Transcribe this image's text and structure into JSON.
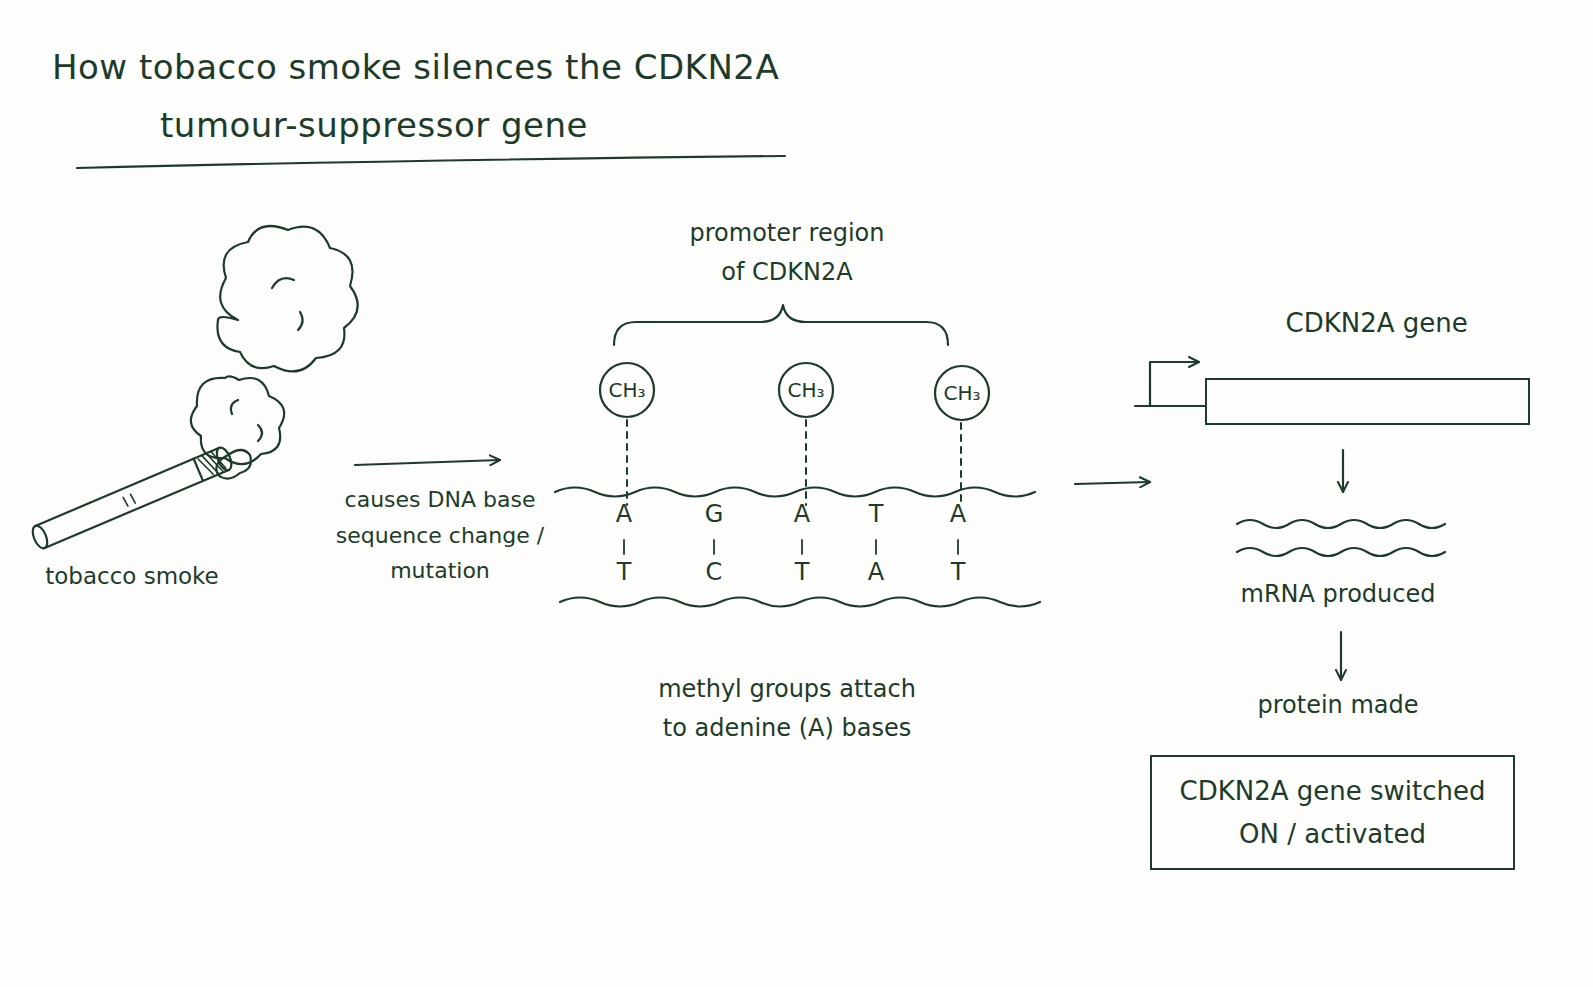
{
  "diagram": {
    "title": "How tobacco smoke silences the CDKN2A tumour-suppressor gene",
    "nodes": [
      {
        "text": [
          "CH₃"
        ]
      },
      {
        "text": [
          "CH₃"
        ]
      },
      {
        "text": [
          "CH₃"
        ]
      },
      {
        "text": [
          "CDKN2A gene"
        ]
      },
      {
        "text": [
          "CDKN2A gene switched ON / activated"
        ]
      }
    ],
    "labels": [
      "tobacco smoke",
      "causes DNA base sequence change / mutation",
      "promoter region of CDKN2A",
      "A",
      "G",
      "A",
      "T",
      "A",
      "T",
      "C",
      "T",
      "A",
      "T",
      "methyl groups attach to adenine (A) bases",
      "mRNA produced",
      "protein made"
    ]
  }
}
